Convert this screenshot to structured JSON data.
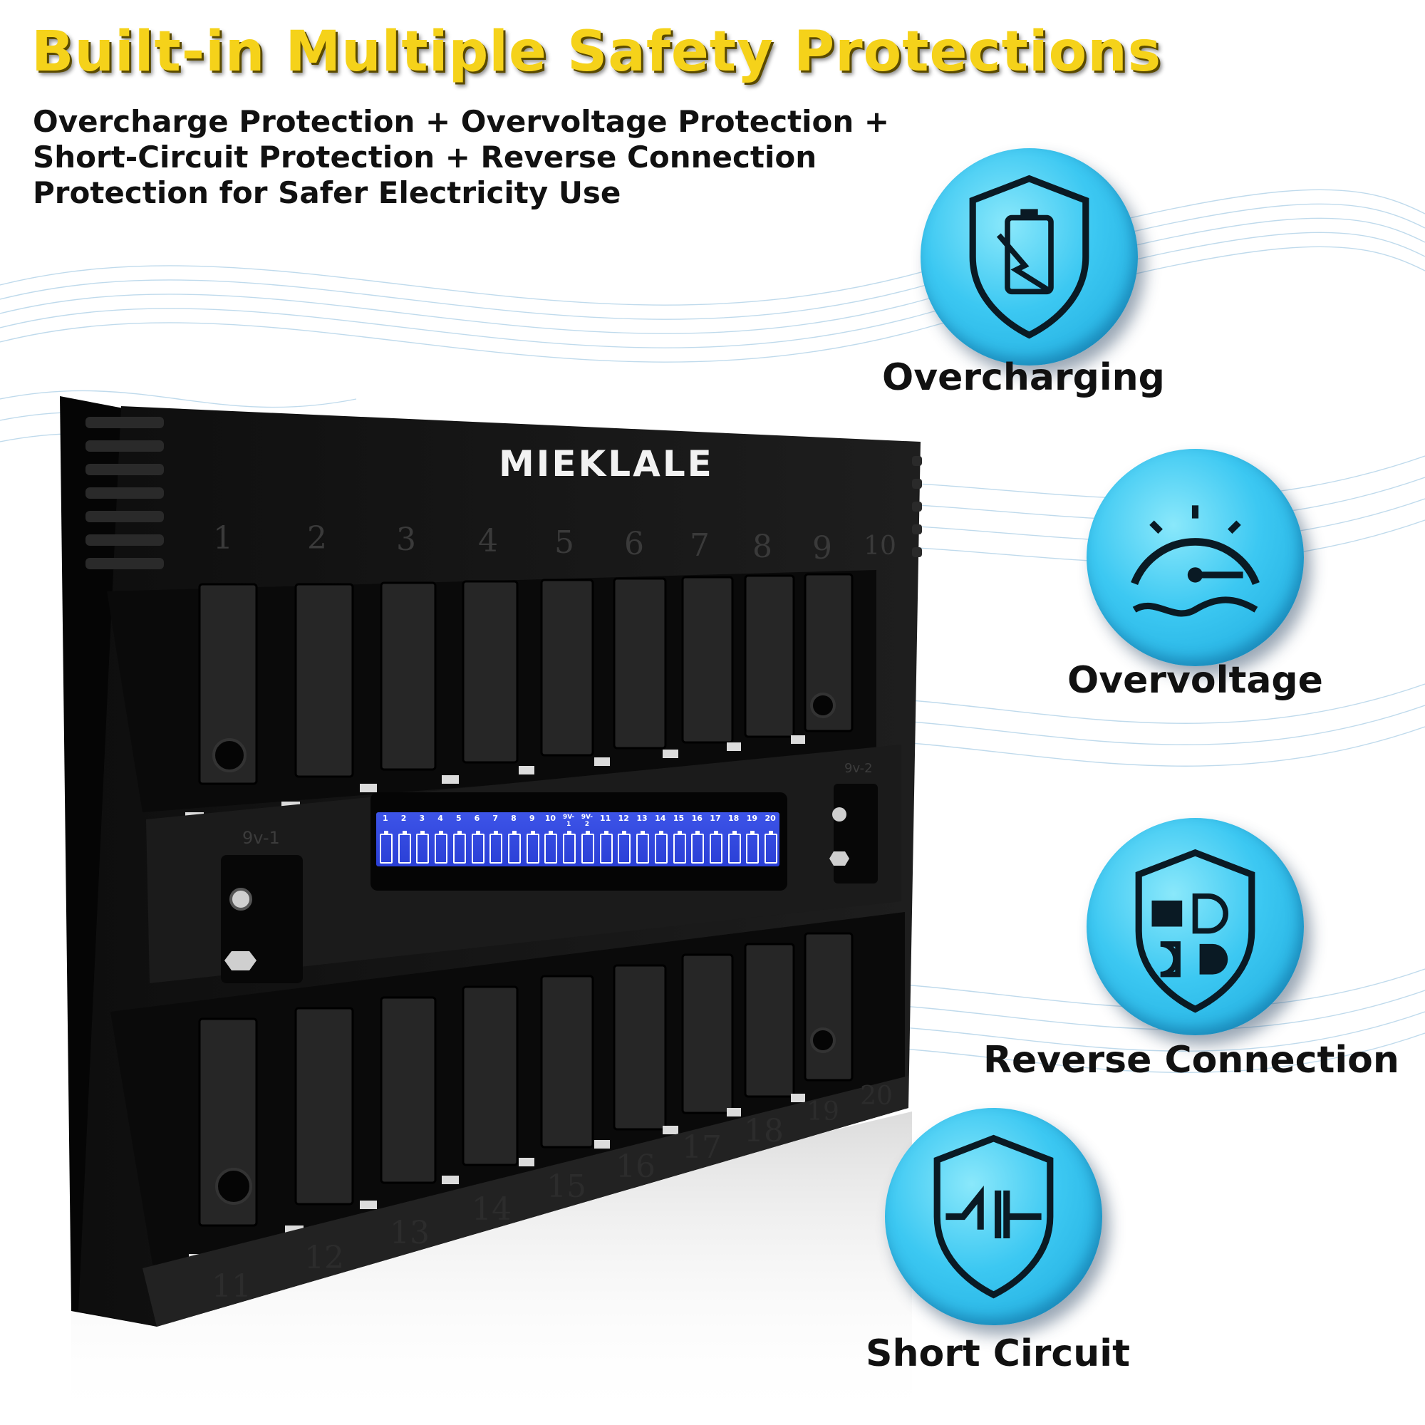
{
  "headline": "Built-in Multiple Safety Protections",
  "subtitle": "Overcharge Protection + Overvoltage Protection + Short-Circuit Protection + Reverse Connection Protection for Safer Electricity Use",
  "features": [
    {
      "label": "Overcharging",
      "icon": "shield-battery-icon"
    },
    {
      "label": "Overvoltage",
      "icon": "gauge-wave-icon"
    },
    {
      "label": "Reverse Connection",
      "icon": "shield-plug-icon"
    },
    {
      "label": "Short Circuit",
      "icon": "shield-circuit-icon"
    }
  ],
  "device": {
    "brand": "MIEKLALE",
    "top_slots": [
      "1",
      "2",
      "3",
      "4",
      "5",
      "6",
      "7",
      "8",
      "9",
      "10"
    ],
    "bottom_slots": [
      "11",
      "12",
      "13",
      "14",
      "15",
      "16",
      "17",
      "18",
      "19",
      "20"
    ],
    "port_left": "9v-1",
    "port_right": "9v-2",
    "lcd_cells": [
      "1",
      "2",
      "3",
      "4",
      "5",
      "6",
      "7",
      "8",
      "9",
      "10",
      "9V-1",
      "9V-2",
      "11",
      "12",
      "13",
      "14",
      "15",
      "16",
      "17",
      "18",
      "19",
      "20"
    ]
  },
  "colors": {
    "headline": "#f5d21a",
    "circle": "#3cc8f2",
    "device_body": "#161616",
    "lcd": "#3d54e8"
  }
}
